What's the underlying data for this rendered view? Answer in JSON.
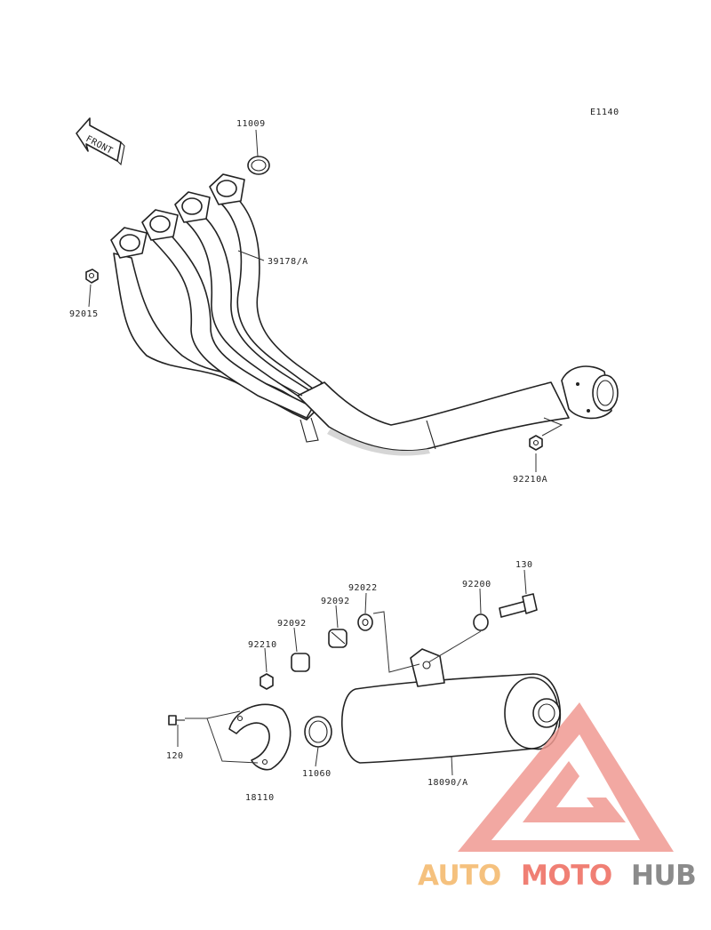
{
  "diagram": {
    "code": "E1140",
    "front_label": "FRONT",
    "parts": {
      "p11009": "11009",
      "p39178": "39178/A",
      "p92015": "92015",
      "p92210A": "92210A",
      "p130": "130",
      "p92200": "92200",
      "p92022": "92022",
      "p92092a": "92092",
      "p92092b": "92092",
      "p92210": "92210",
      "p120": "120",
      "p18110": "18110",
      "p11060": "11060",
      "p18090": "18090/A"
    }
  },
  "watermark": {
    "auto": "AUTO",
    "moto": "MOTO",
    "hub": "HUB",
    "colors": {
      "auto": "#f5c17e",
      "moto": "#f07f74",
      "hub": "#8b8b8b",
      "triangle": "#f09a92"
    }
  }
}
